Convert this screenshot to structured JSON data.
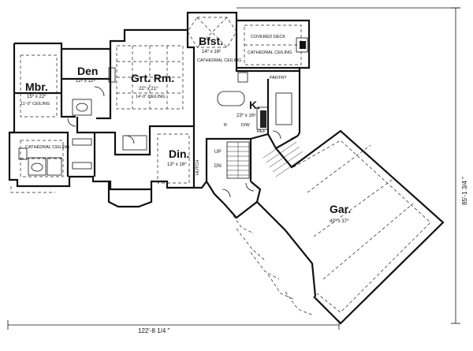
{
  "rooms": {
    "master": {
      "name": "Mbr.",
      "size": "15⁰ x 22⁰",
      "ceiling": "11'-0\" CEILING"
    },
    "den": {
      "name": "Den",
      "size": "12⁸ x 12⁸"
    },
    "great_room": {
      "name": "Grt. Rm.",
      "size": "22⁰ x 21⁰",
      "ceiling": "14'-0\" CEILING"
    },
    "breakfast": {
      "name": "Bfst.",
      "size": "14⁰ x 16²",
      "ceiling": "CATHEDRAL CEILING"
    },
    "covered_deck": {
      "name": "COVERED DECK",
      "ceiling": "CATHEDRAL CEILING"
    },
    "pantry": {
      "name": "PANTRY"
    },
    "kitchen": {
      "name": "K.",
      "size": "23⁰ x 16⁸"
    },
    "dining": {
      "name": "Din.",
      "size": "13⁰ x 16⁰"
    },
    "master_bath": {
      "ceiling": "CATHEDRAL CEILING"
    },
    "garage": {
      "name": "Gar.",
      "size": "43⁰ x 37⁰"
    }
  },
  "stairs": {
    "up": "UP",
    "down": "DN"
  },
  "labels": {
    "hutch": "HUTCH",
    "ref": "REF",
    "dw": "D/W",
    "r": "R"
  },
  "overall": {
    "width": "122'-8 1/4 \"",
    "depth": "85'-1 3/4 \""
  }
}
